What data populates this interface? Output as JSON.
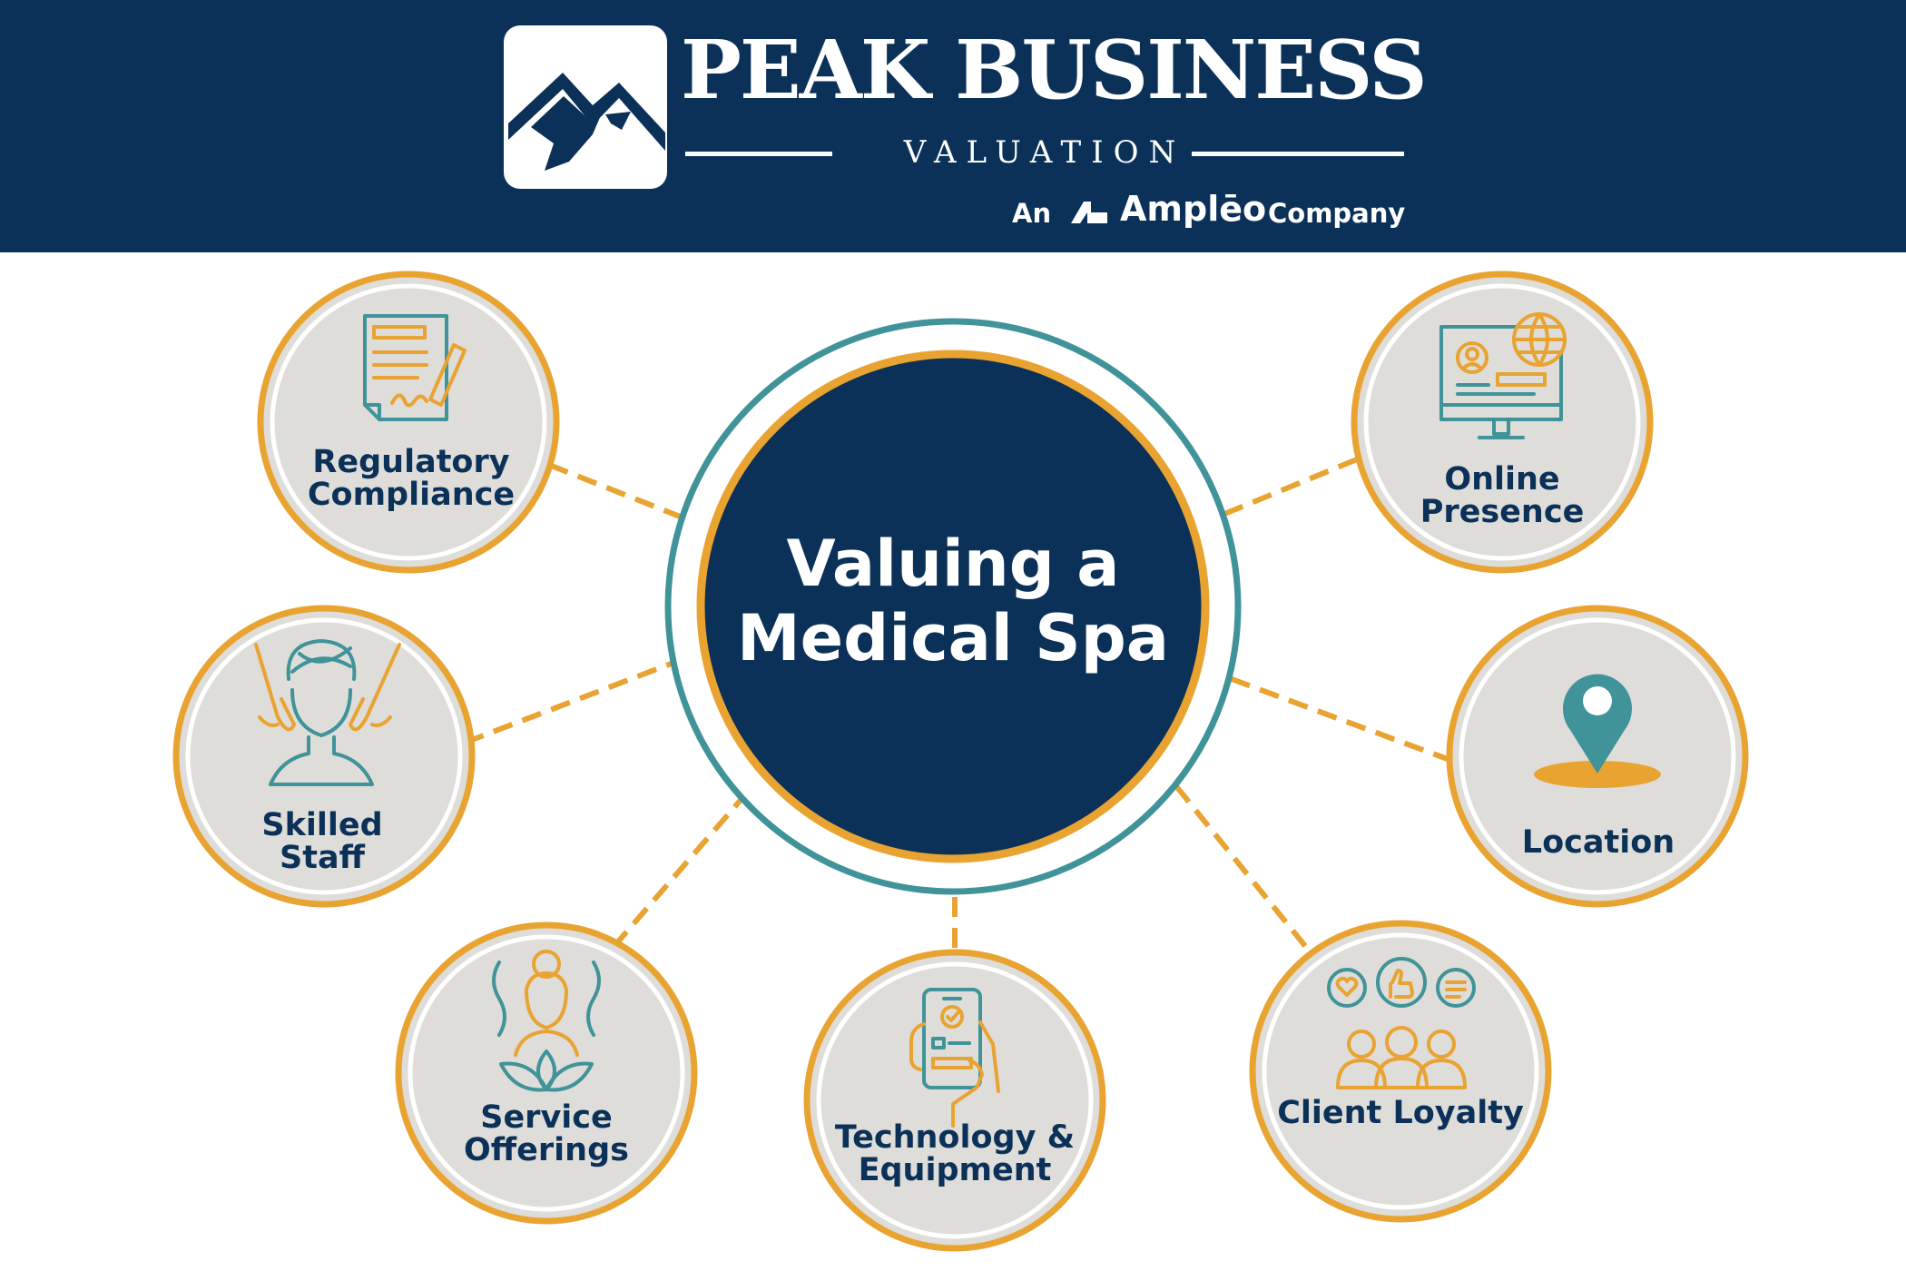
{
  "header": {
    "brand_name": "PEAK BUSINESS",
    "brand_sub": "VALUATION",
    "company_an": "An",
    "company_ampleo": "Amplēo",
    "company_word": "Company"
  },
  "diagram": {
    "center": {
      "title_line1": "Valuing a",
      "title_line2": "Medical Spa"
    },
    "nodes": [
      {
        "line1": "Regulatory",
        "line2": "Compliance",
        "icon": "document-signature-icon"
      },
      {
        "line1": "Skilled",
        "line2": "Staff",
        "icon": "facial-massage-icon"
      },
      {
        "line1": "Service",
        "line2": "Offerings",
        "icon": "spa-wellness-icon"
      },
      {
        "line1": "Technology &",
        "line2": "Equipment",
        "icon": "smartphone-hand-icon"
      },
      {
        "line1": "Client Loyalty",
        "line2": "",
        "icon": "client-feedback-icon"
      },
      {
        "line1": "Location",
        "line2": "",
        "icon": "map-pin-icon"
      },
      {
        "line1": "Online",
        "line2": "Presence",
        "icon": "web-monitor-icon"
      }
    ]
  },
  "colors": {
    "navy": "#0b3158",
    "orange": "#e9a331",
    "teal": "#3f9399",
    "gray": "#deddd9"
  }
}
